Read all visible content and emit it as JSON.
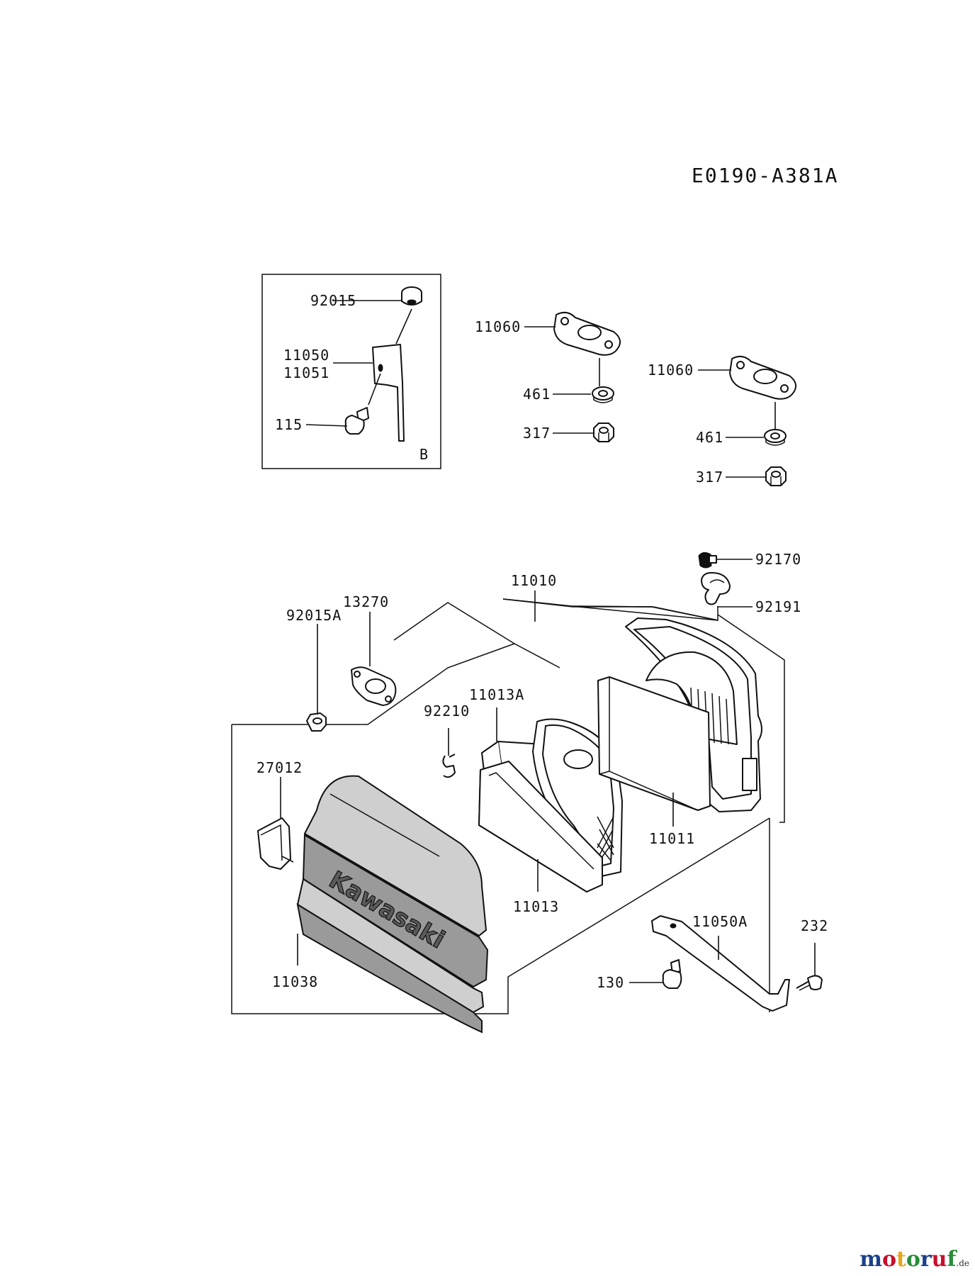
{
  "diagram_code": "E0190-A381A",
  "inset_label": "B",
  "brand_text": "Kawasaki",
  "watermark": {
    "text": "motoruf",
    "suffix": ".de",
    "colors": [
      "#1a3f8c",
      "#c8102e",
      "#e8a317",
      "#2a8c3a",
      "#1a3f8c",
      "#c8102e",
      "#2a8c3a"
    ]
  },
  "parts": {
    "p92015": "92015",
    "p11050": "11050",
    "p11051": "11051",
    "p115": "115",
    "p11060a": "11060",
    "p461a": "461",
    "p317a": "317",
    "p11060b": "11060",
    "p461b": "461",
    "p317b": "317",
    "p92170": "92170",
    "p92191": "92191",
    "p11010": "11010",
    "p13270": "13270",
    "p92015A": "92015A",
    "p11013A": "11013A",
    "p92210": "92210",
    "p27012": "27012",
    "p11011": "11011",
    "p11013": "11013",
    "p11050A": "11050A",
    "p232": "232",
    "p130": "130",
    "p11038": "11038"
  }
}
